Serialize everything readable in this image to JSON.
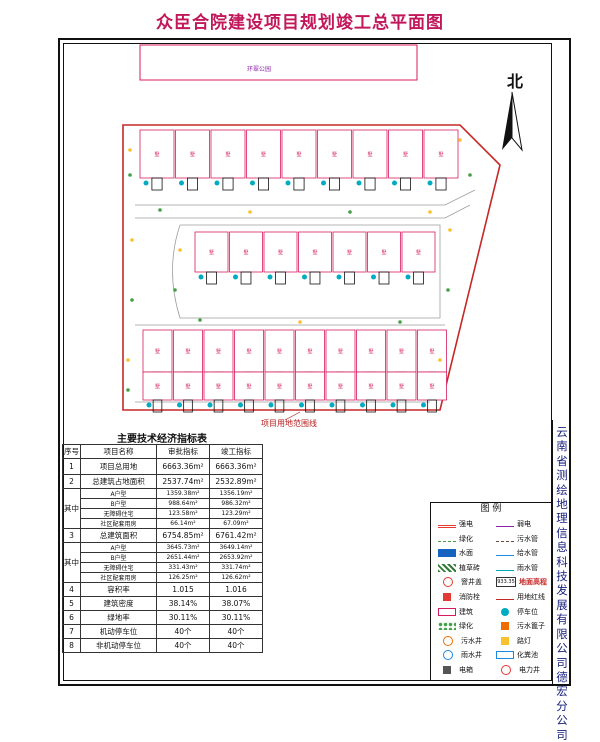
{
  "title": "众臣合院建设项目规划竣工总平面图",
  "plan": {
    "north_label": "北",
    "redline_label": "项目用地范围线",
    "park_label": "环翠公园",
    "house_label": "墅"
  },
  "side_text": "云南省测绘地理信息科技发展有限公司德宏分公司",
  "indicators": {
    "title": "主要技术经济指标表",
    "headers": [
      "序号",
      "项目名称",
      "审批指标",
      "竣工指标"
    ],
    "rows": [
      {
        "no": "1",
        "name": "项目总用地",
        "approved": "6663.36m²",
        "completed": "6663.36m²",
        "sub": false
      },
      {
        "no": "2",
        "name": "总建筑占地面积",
        "approved": "2537.74m²",
        "completed": "2532.89m²",
        "sub": false
      },
      {
        "group": "其中",
        "name": "A户型",
        "approved": "1359.38m²",
        "completed": "1356.19m²",
        "sub": true
      },
      {
        "name": "B户型",
        "approved": "988.64m²",
        "completed": "986.32m²",
        "sub": true
      },
      {
        "name": "无障碍住宅",
        "approved": "123.58m²",
        "completed": "123.29m²",
        "sub": true
      },
      {
        "name": "社区配套用房",
        "approved": "66.14m²",
        "completed": "67.09m²",
        "sub": true
      },
      {
        "no": "3",
        "name": "总建筑面积",
        "approved": "6754.85m²",
        "completed": "6761.42m²",
        "sub": false
      },
      {
        "group": "其中",
        "name": "A户型",
        "approved": "3645.73m²",
        "completed": "3649.14m²",
        "sub": true
      },
      {
        "name": "B户型",
        "approved": "2651.44m²",
        "completed": "2653.92m²",
        "sub": true
      },
      {
        "name": "无障碍住宅",
        "approved": "331.43m²",
        "completed": "331.74m²",
        "sub": true
      },
      {
        "name": "社区配套用房",
        "approved": "126.25m²",
        "completed": "126.62m²",
        "sub": true
      },
      {
        "no": "4",
        "name": "容积率",
        "approved": "1.015",
        "completed": "1.016",
        "sub": false
      },
      {
        "no": "5",
        "name": "建筑密度",
        "approved": "38.14%",
        "completed": "38.07%",
        "sub": false
      },
      {
        "no": "6",
        "name": "绿地率",
        "approved": "30.11%",
        "completed": "30.11%",
        "sub": false
      },
      {
        "no": "7",
        "name": "机动停车位",
        "approved": "40个",
        "completed": "40个",
        "sub": false
      },
      {
        "no": "8",
        "name": "非机动停车位",
        "approved": "40个",
        "completed": "40个",
        "sub": false
      }
    ]
  },
  "legend": {
    "title": "图  例",
    "items": [
      {
        "label": "强电",
        "icon": "line-red-double",
        "color": "#e53935"
      },
      {
        "label": "弱电",
        "icon": "line-purple",
        "color": "#8e24aa"
      },
      {
        "label": "绿化",
        "icon": "line-green-dash",
        "color": "#43a047"
      },
      {
        "label": "污水管",
        "icon": "line-dash-brown",
        "color": "#6d4c41"
      },
      {
        "label": "水面",
        "icon": "fill-blue",
        "color": "#1565c0"
      },
      {
        "label": "给水管",
        "icon": "line-blue",
        "color": "#1e88e5"
      },
      {
        "label": "植草砖",
        "icon": "fill-grid-green",
        "color": "#2e7d32"
      },
      {
        "label": "雨水管",
        "icon": "line-cyan",
        "color": "#00acc1"
      },
      {
        "label": "窨井盖",
        "icon": "circle-red",
        "color": "#e53935"
      },
      {
        "label": "地面高程",
        "icon": "text-box",
        "color": "#333333",
        "box_text": "933.35"
      },
      {
        "label": "消防栓",
        "icon": "hydrant-red",
        "color": "#e53935"
      },
      {
        "label": "用地红线",
        "icon": "line-red",
        "color": "#c62828"
      },
      {
        "label": "建筑",
        "icon": "rect-magenta",
        "color": "#d81b60"
      },
      {
        "label": "停车位",
        "icon": "parking-cyan",
        "color": "#00acc1"
      },
      {
        "label": "绿化",
        "icon": "dots-green",
        "color": "#43a047"
      },
      {
        "label": "污水篦子",
        "icon": "grate-orange",
        "color": "#ef6c00"
      },
      {
        "label": "污水井",
        "icon": "circle-orange",
        "color": "#ef6c00"
      },
      {
        "label": "路灯",
        "icon": "lamp-yellow",
        "color": "#fbc02d"
      },
      {
        "label": "雨水井",
        "icon": "circle-blue",
        "color": "#1e88e5"
      },
      {
        "label": "化粪池",
        "icon": "rect-blue",
        "color": "#1e88e5"
      },
      {
        "label": "电箱",
        "icon": "box-gray",
        "color": "#555555"
      },
      {
        "label": "电力井",
        "icon": "circle-red-small",
        "color": "#e53935"
      }
    ]
  },
  "colors": {
    "title": "#c2185b",
    "building": "#d81b60",
    "redline": "#c62828",
    "road": "#9e9e9e",
    "greenery": "#43a047",
    "parking": "#00acc1"
  }
}
